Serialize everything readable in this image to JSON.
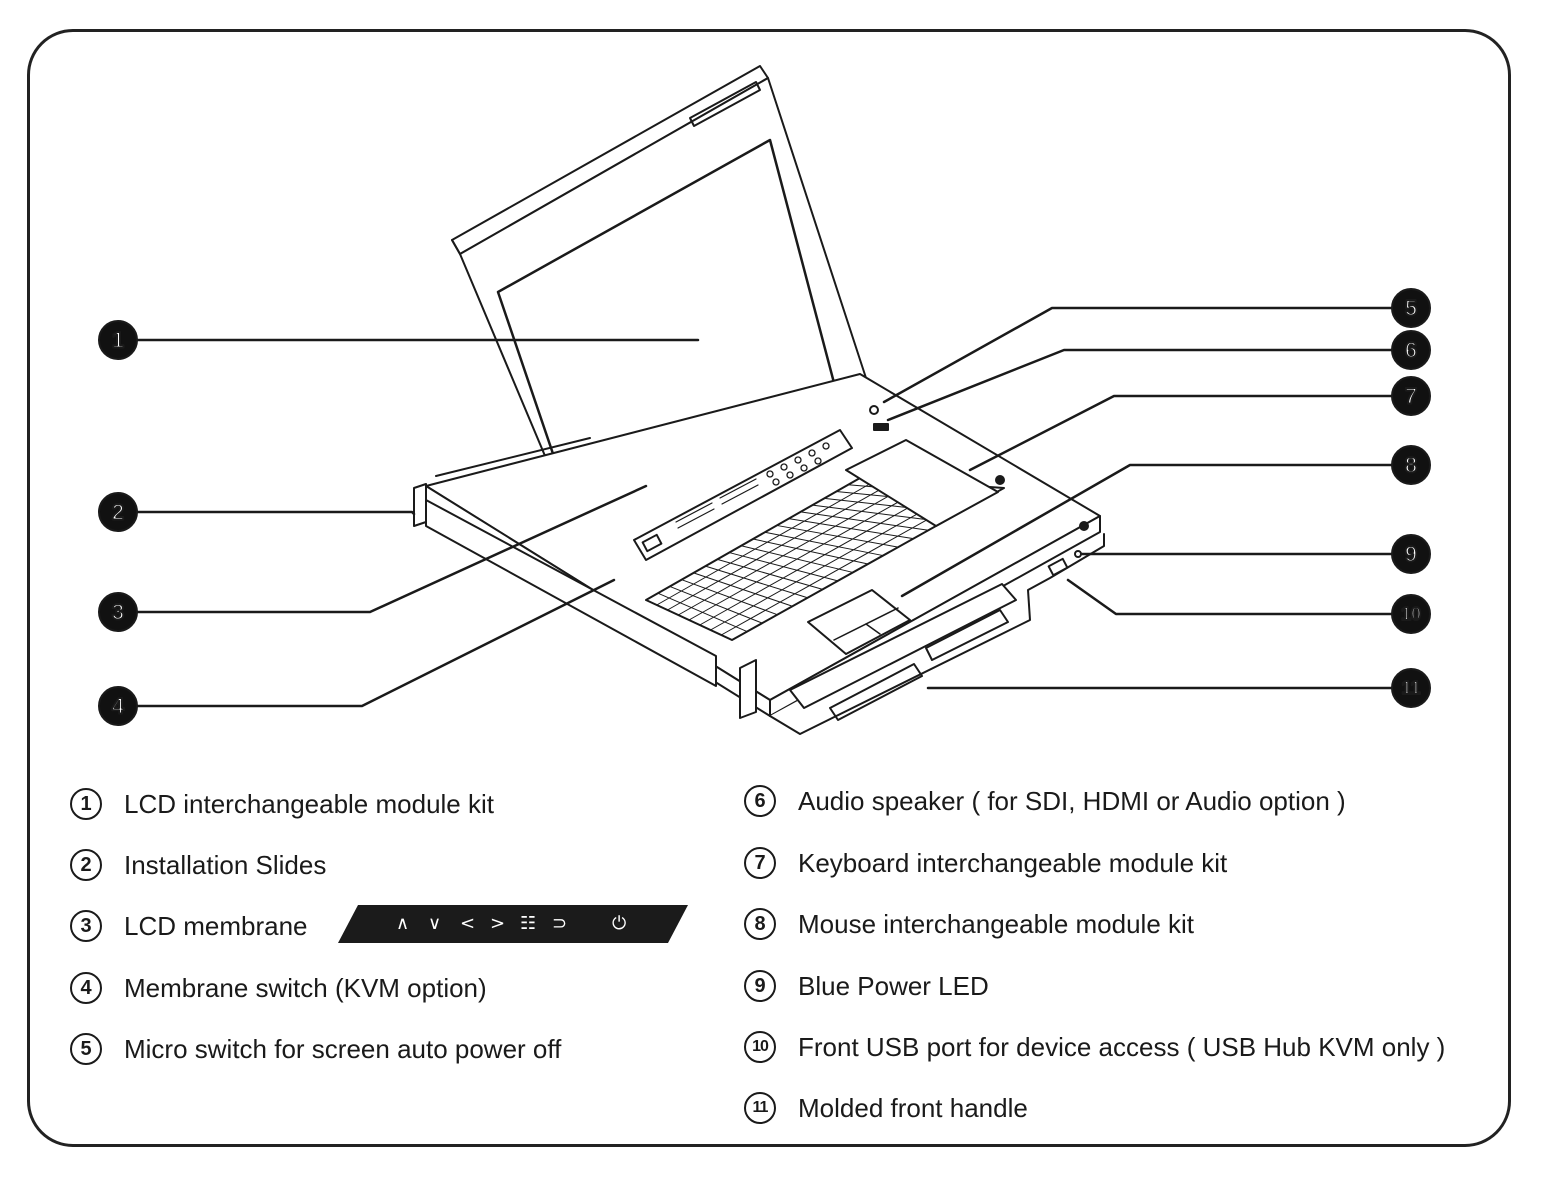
{
  "callouts": [
    "1",
    "2",
    "3",
    "4",
    "5",
    "6",
    "7",
    "8",
    "9",
    "10",
    "11"
  ],
  "legend": [
    {
      "num": "1",
      "label": "LCD interchangeable module kit"
    },
    {
      "num": "2",
      "label": "Installation Slides"
    },
    {
      "num": "3",
      "label": "LCD membrane"
    },
    {
      "num": "4",
      "label": "Membrane switch (KVM option)"
    },
    {
      "num": "5",
      "label": "Micro switch for screen auto power off"
    },
    {
      "num": "6",
      "label": "Audio speaker ( for SDI, HDMI or Audio option )"
    },
    {
      "num": "7",
      "label": "Keyboard interchangeable module kit"
    },
    {
      "num": "8",
      "label": "Mouse interchangeable module kit"
    },
    {
      "num": "9",
      "label": "Blue Power LED"
    },
    {
      "num": "10",
      "label": "Front USB port for device access ( USB Hub KVM only )"
    },
    {
      "num": "11",
      "label": "Molded front handle"
    }
  ],
  "membrane_buttons": [
    "∧",
    "∨",
    "<",
    ">",
    "☷",
    "⊃",
    "⏻"
  ],
  "colors": {
    "ink": "#1a1a1a",
    "membrane": "#1b1b1b",
    "background": "#ffffff"
  }
}
